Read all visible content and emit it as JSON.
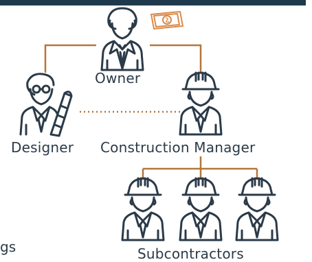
{
  "diagram": {
    "type": "project-delivery-org-chart",
    "nodes": {
      "owner": {
        "label": "Owner",
        "icon": "businessman-icon"
      },
      "designer": {
        "label": "Designer",
        "icon": "architect-with-blueprints-icon"
      },
      "construction_manager": {
        "label": "Construction Manager",
        "icon": "hardhat-worker-icon"
      },
      "subcontractors": {
        "label": "Subcontractors",
        "icon": "hardhat-worker-icon",
        "count": 3
      }
    },
    "money_icon": "cash-bill-icon",
    "edges": [
      {
        "from": "owner",
        "to": "designer",
        "style": "solid"
      },
      {
        "from": "owner",
        "to": "construction_manager",
        "style": "solid"
      },
      {
        "from": "designer",
        "to": "construction_manager",
        "style": "dotted"
      },
      {
        "from": "construction_manager",
        "to": "subcontractors",
        "style": "solid"
      }
    ],
    "partial_text": "gs",
    "colors": {
      "connector": "#b5763a",
      "stroke": "#2b3a48",
      "header_bar": "#1f3a4d",
      "money": "#d98a4a",
      "background": "#ffffff"
    }
  }
}
